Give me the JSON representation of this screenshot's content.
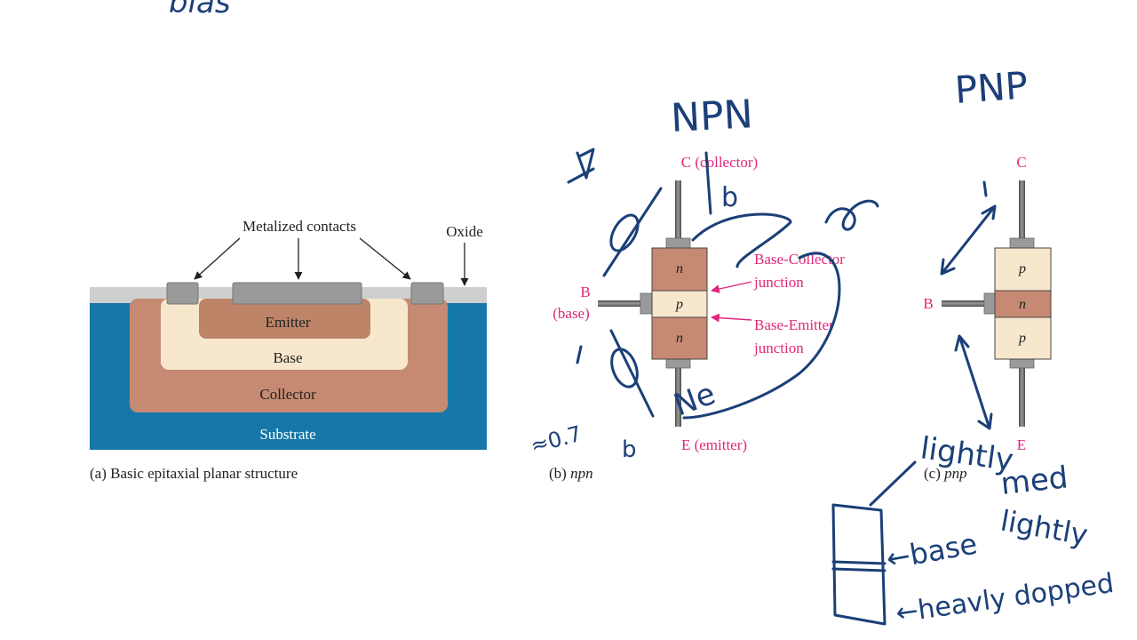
{
  "colors": {
    "substrate": "#1677a8",
    "collector": "#c68a72",
    "base_region": "#f7e7cd",
    "emitter": "#bd8468",
    "oxide": "#cfcfcf",
    "contact": "#9a9a9a",
    "label_pink": "#e0287a",
    "ink": "#1b3f78",
    "text_black": "#222222"
  },
  "top_scribble": "blas",
  "figure_a": {
    "metalized_contacts": "Metalized contacts",
    "oxide": "Oxide",
    "emitter": "Emitter",
    "base": "Base",
    "collector": "Collector",
    "substrate": "Substrate",
    "caption": "(a) Basic epitaxial planar structure"
  },
  "figure_b": {
    "title_handwritten": "NPN",
    "collector_label": "C (collector)",
    "base_label_b": "B",
    "base_label_full": "(base)",
    "emitter_label": "E (emitter)",
    "layers": [
      "n",
      "p",
      "n"
    ],
    "bc_junction_line1": "Base-Collector",
    "bc_junction_line2": "junction",
    "be_junction_line1": "Base-Emitter",
    "be_junction_line2": "junction",
    "caption_prefix": "(b) ",
    "caption_italic": "npn"
  },
  "figure_c": {
    "title_handwritten": "PNP",
    "collector_label": "C",
    "base_label": "B",
    "emitter_label": "E",
    "layers": [
      "p",
      "n",
      "p"
    ],
    "caption_prefix": "(c) ",
    "caption_italic": "pnp"
  },
  "handwritten_notes": {
    "voltage": "≈0.7",
    "b_top": "b",
    "b_bottom": "b",
    "ne": "Ne",
    "lightly": "lightly",
    "med": "med",
    "lightly2": "lightly",
    "base_arrow": "←base",
    "heavy_arrow": "←heavly dopped"
  }
}
